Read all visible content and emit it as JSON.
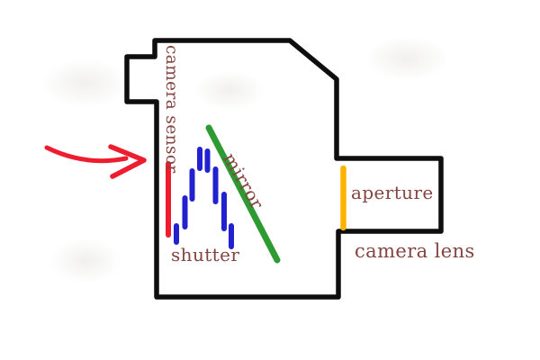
{
  "diagram": {
    "type": "hand-drawn camera cross-section diagram",
    "labels": {
      "camera_sensor": "camera sensor",
      "shutter": "shutter",
      "mirror": "mirror",
      "aperture": "aperture",
      "camera_lens": "camera lens"
    },
    "colors": {
      "background": "#ffffff",
      "body_outline": "#0e0e0e",
      "sensor_line": "#ed1c2e",
      "shutter_dashes": "#2121cf",
      "mirror_line": "#2e9b32",
      "aperture_line": "#fcb401",
      "pointer_arrow": "#ed1c2e",
      "label_text": "#84443f"
    },
    "components": [
      {
        "name": "camera body",
        "depiction": "black hand-drawn outline with viewfinder bump and lens barrel",
        "color": "#0e0e0e"
      },
      {
        "name": "camera sensor",
        "depiction": "red vertical line inside body, left side",
        "color": "#ed1c2e"
      },
      {
        "name": "shutter",
        "depiction": "arch of eight blue vertical dashes",
        "color": "#2121cf"
      },
      {
        "name": "mirror",
        "depiction": "green diagonal line",
        "color": "#2e9b32"
      },
      {
        "name": "aperture",
        "depiction": "yellow vertical line at lens opening",
        "color": "#fcb401"
      },
      {
        "name": "camera lens",
        "depiction": "rectangular barrel on right side of body",
        "color": "#0e0e0e"
      },
      {
        "name": "pointer arrow",
        "depiction": "curved red arrow pointing at camera sensor",
        "color": "#ed1c2e"
      }
    ]
  }
}
